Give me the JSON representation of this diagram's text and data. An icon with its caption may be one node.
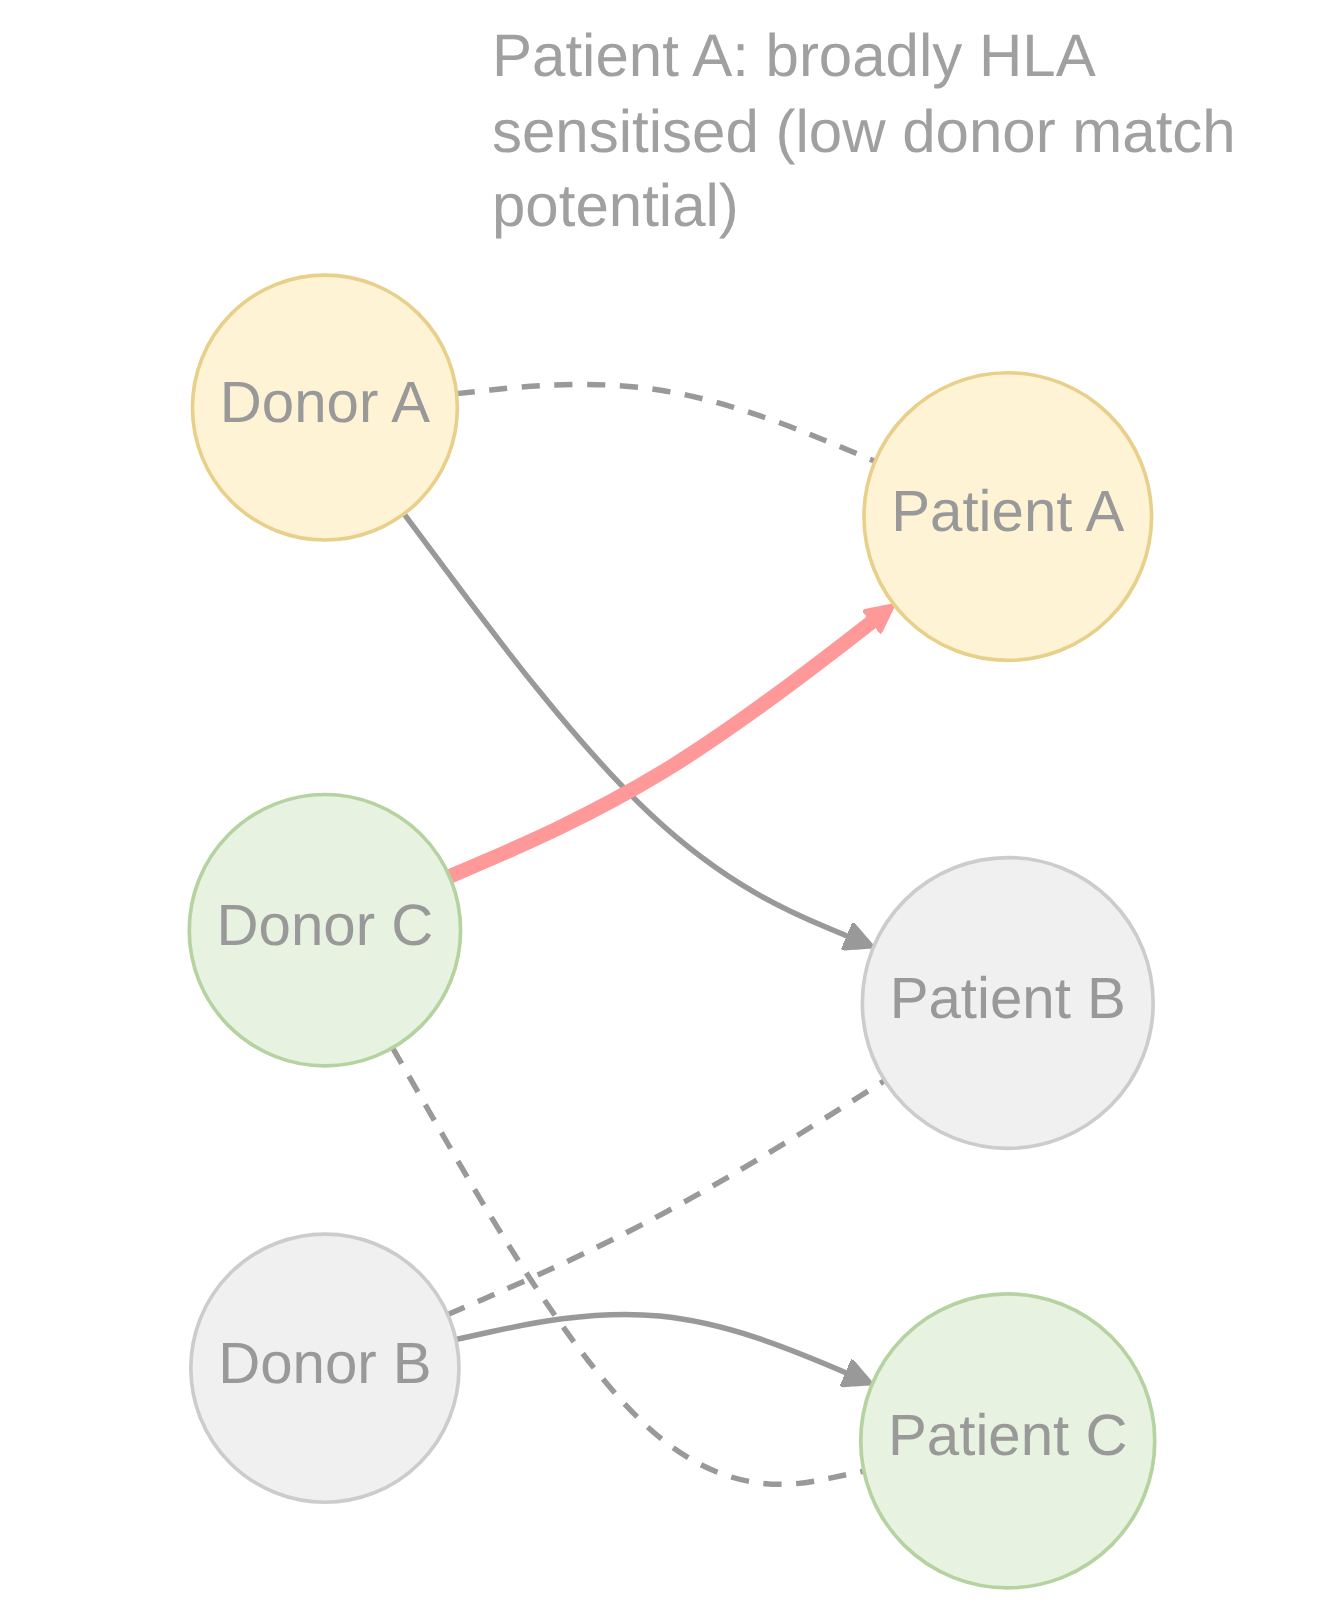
{
  "diagram": {
    "nodes": [
      {
        "text": [
          "Donor A"
        ]
      },
      {
        "text": [
          "Patient A"
        ]
      },
      {
        "text": [
          "Donor B"
        ]
      },
      {
        "text": [
          "Patient B"
        ]
      },
      {
        "text": [
          "Donor C"
        ]
      },
      {
        "text": [
          "Patient C"
        ]
      }
    ],
    "edges": [
      {
        "from": 0,
        "to": 1,
        "arrow": "none",
        "style": "dashed"
      },
      {
        "from": 0,
        "to": 3,
        "arrow": "to"
      },
      {
        "from": 2,
        "to": 3,
        "arrow": "none",
        "style": "dashed"
      },
      {
        "from": 2,
        "to": 5,
        "arrow": "to"
      },
      {
        "from": 4,
        "to": 5,
        "arrow": "none",
        "style": "dashed"
      },
      {
        "from": 4,
        "to": 1,
        "arrow": "to",
        "style": "thick",
        "color": "#ff9999"
      }
    ],
    "labels": [
      "Patient A: broadly HLA sensitised (low donor match potential)"
    ]
  }
}
